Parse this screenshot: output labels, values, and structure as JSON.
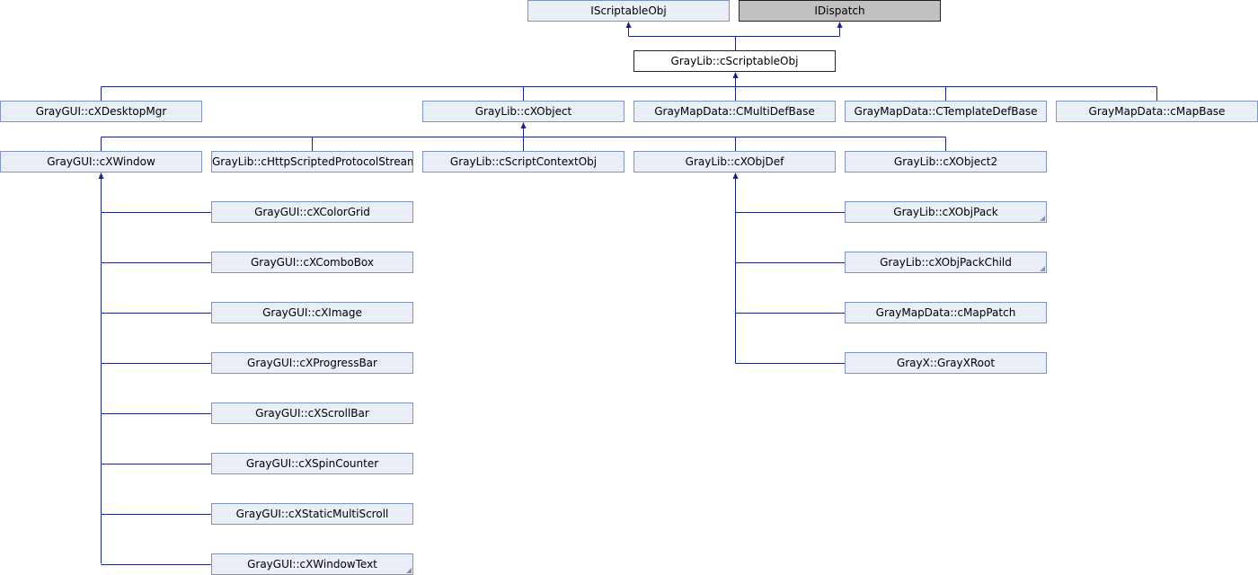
{
  "diagram": {
    "interfaces": [
      "IScriptableObj",
      "IDispatch"
    ],
    "root": "GrayLib::cScriptableObj",
    "level1": [
      "GrayGUI::cXDesktopMgr",
      "GrayLib::cXObject",
      "GrayMapData::CMultiDefBase",
      "GrayMapData::CTemplateDefBase",
      "GrayMapData::cMapBase"
    ],
    "cxobject_children": [
      "GrayGUI::cXWindow",
      "GrayLib::cHttpScriptedProtocolStream",
      "GrayLib::cScriptContextObj",
      "GrayLib::cXObjDef",
      "GrayLib::cXObject2"
    ],
    "cxwindow_children": [
      "GrayGUI::cXColorGrid",
      "GrayGUI::cXComboBox",
      "GrayGUI::cXImage",
      "GrayGUI::cXProgressBar",
      "GrayGUI::cXScrollBar",
      "GrayGUI::cXSpinCounter",
      "GrayGUI::cXStaticMultiScroll",
      "GrayGUI::cXWindowText"
    ],
    "cxobjdef_children": [
      "GrayLib::cXObjPack",
      "GrayLib::cXObjPackChild",
      "GrayMapData::cMapPatch",
      "GrayX::GrayXRoot"
    ],
    "truncated_nodes": [
      "GrayLib::cXObjPack",
      "GrayLib::cXObjPackChild",
      "GrayGUI::cXWindowText"
    ],
    "colors": {
      "node_fill": "#e8edf6",
      "node_border": "#7f93c6",
      "edge": "#1a237e",
      "external_fill": "#c0c0c0"
    }
  }
}
